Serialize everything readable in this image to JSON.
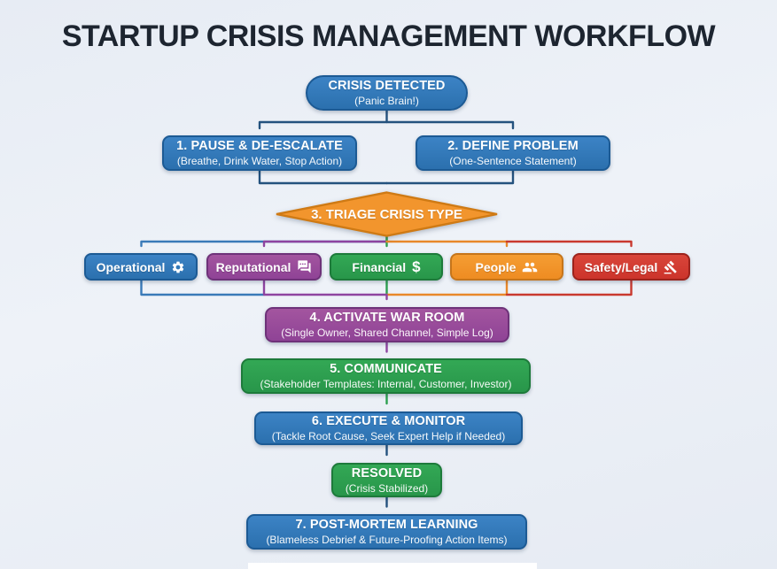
{
  "title": "STARTUP CRISIS MANAGEMENT WORKFLOW",
  "flow": {
    "crisis_detected": {
      "label": "CRISIS DETECTED",
      "sub": "(Panic Brain!)"
    },
    "pause_deescalate": {
      "label": "1. PAUSE & DE-ESCALATE",
      "sub": "(Breathe, Drink Water, Stop Action)"
    },
    "define_problem": {
      "label": "2. DEFINE PROBLEM",
      "sub": "(One-Sentence Statement)"
    },
    "triage": {
      "label": "3. TRIAGE CRISIS TYPE"
    },
    "activate_war_room": {
      "label": "4. ACTIVATE WAR ROOM",
      "sub": "(Single Owner, Shared Channel, Simple Log)"
    },
    "communicate": {
      "label": "5. COMMUNICATE",
      "sub": "(Stakeholder Templates: Internal, Customer, Investor)"
    },
    "execute_monitor": {
      "label": "6. EXECUTE & MONITOR",
      "sub": "(Tackle Root Cause, Seek Expert Help if Needed)"
    },
    "resolved": {
      "label": "RESOLVED",
      "sub": "(Crisis Stabilized)"
    },
    "post_mortem": {
      "label": "7. POST-MORTEM LEARNING",
      "sub": "(Blameless Debrief & Future-Proofing Action Items)"
    }
  },
  "crisis_types": [
    {
      "label": "Operational",
      "icon": "gear-icon",
      "color": "#2e77b8",
      "border": "#1c5a94"
    },
    {
      "label": "Reputational",
      "icon": "speech-bubbles-icon",
      "color": "#9a4da0",
      "border": "#6e3279"
    },
    {
      "label": "Financial",
      "icon": "dollar-icon",
      "icon_glyph": "$",
      "color": "#2da050",
      "border": "#1d7a3a"
    },
    {
      "label": "People",
      "icon": "people-icon",
      "color": "#f2942a",
      "border": "#c6751a"
    },
    {
      "label": "Safety/Legal",
      "icon": "gavel-icon",
      "color": "#d43a30",
      "border": "#9c231c"
    }
  ],
  "colors": {
    "background": "#eaeff6",
    "title": "#1d2530",
    "blue": "#2e77b8",
    "purple": "#9a4da0",
    "green": "#2da050",
    "orange": "#f2952d",
    "red": "#d43a30",
    "connector_navy": "#24527e"
  }
}
